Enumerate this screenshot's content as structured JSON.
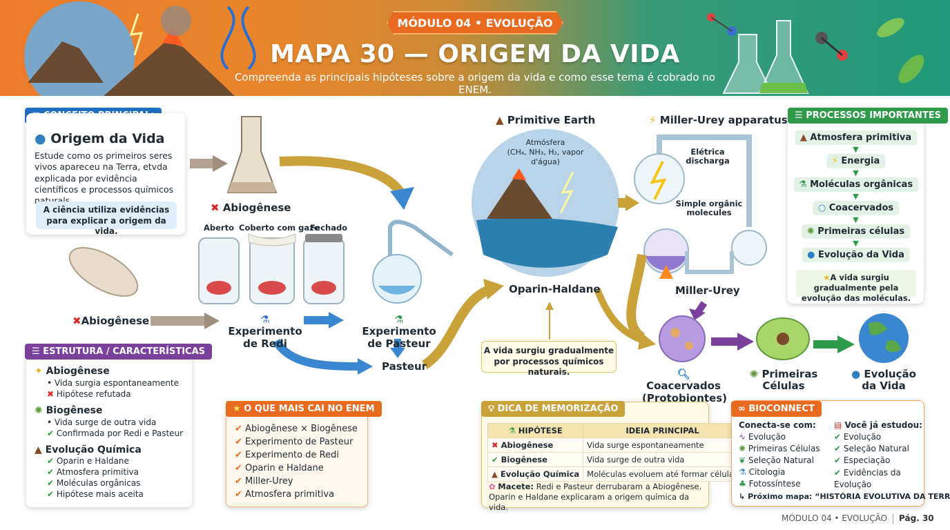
{
  "header": {
    "badge": "MÓDULO 04 • EVOLUÇÃO",
    "title": "MAPA 30 — ORIGEM DA VIDA",
    "subtitle": "Compreenda as principais hipóteses sobre a origem da vida e como esse tema é cobrado no ENEM."
  },
  "concept": {
    "tag": "CONCEITO PRINCIPAL:",
    "title": "Origem da Vida",
    "text": "Estude como os primeiros seres vivos apareceu na Terra, etvda explicada por evidência científicos e processos químicos naturals.",
    "note": "A ciência utiliza evidências para explicar a origem da vida."
  },
  "flow": {
    "abiogenese_top": "Abiogênese",
    "abiogenese_left": "Abiogênese",
    "jar_open": "Aberto",
    "jar_gauze": "Coberto com gaze",
    "jar_closed": "Fechado",
    "redi": "Experimento de Redi",
    "pasteur_exp": "Experimento de Pasteur",
    "pasteur": "Pasteur",
    "primitive_earth": "Primitive Earth",
    "atmosphere": "Atmósfera",
    "atmosphere_formula": "(CH₄, NH₃, H₂, vapor d'água)",
    "oparin": "Oparin-Haldane",
    "oparin_note": "A vida surgiu gradualmente por processos químicos naturais.",
    "miller_title": "Miller-Urey apparatus",
    "electric": "Elétrica discharga",
    "simple_molecules": "Simple orgânic molecules",
    "miller": "Miller-Urey",
    "coacervados": "Coacervados (Protobiontes)",
    "primeiras": "Primeiras Células",
    "evolucao": "Evolução da Vida"
  },
  "structure": {
    "tag": "ESTRUTURA / CARACTERÍSTICAS",
    "groups": [
      {
        "title": "Abiogênese",
        "items": [
          "• Vida surgia espontaneamente",
          "Hipótese refutada"
        ]
      },
      {
        "title": "Biogênese",
        "items": [
          "• Vida surge de outra vida",
          "Confirmada por Redi e Pasteur"
        ]
      },
      {
        "title": "Evolução Química",
        "items": [
          "Oparin e Haldane",
          "Atmosfera primitiva",
          "Moléculas orgânicas",
          "Hipótese mais aceita"
        ]
      }
    ]
  },
  "enem": {
    "tag": "O QUE MAIS CAI NO ENEM",
    "items": [
      "Abiogênese × Biogênese",
      "Experimento de Pasteur",
      "Experimento de Redi",
      "Oparin e Haldane",
      "Miller-Urey",
      "Atmosfera primitiva"
    ]
  },
  "memo": {
    "tag": "DICA DE MEMORIZAÇÃO",
    "col1": "HIPÓTESE",
    "col2": "IDEIA PRINCIPAL",
    "rows": [
      {
        "h": "Abiogênese",
        "i": "Vida surge espontaneamente"
      },
      {
        "h": "Biogênese",
        "i": "Vida surge de outra vida"
      },
      {
        "h": "Evolução Química",
        "i": "Moléculas evoluem até formar células"
      }
    ],
    "tip_label": "Macete:",
    "tip": "Redi e Pasteur derrubaram a Abiogênese. Oparin e Haldane explicaram a origem química da vida."
  },
  "processes": {
    "tag": "PROCESSOS IMPORTANTES",
    "items": [
      "Atmosfera primitiva",
      "Energia",
      "Moléculas orgânicas",
      "Coacervados",
      "Primeiras células",
      "Evolução da Vida"
    ],
    "note": "A vida surgiu gradualmente pela evolução das moléculas."
  },
  "bio": {
    "tag": "BIOCONNECT",
    "left_title": "Conecta-se com:",
    "left": [
      "Evolução",
      "Primeiras Células",
      "Seleção Natural",
      "Citologia",
      "Fotossíntese"
    ],
    "right_title": "Você já estudou:",
    "right": [
      "Evolução",
      "Seleção Natural",
      "Especiação",
      "Evidências da Evolução"
    ],
    "next": "Próximo mapa: “HISTÓRIA EVOLUTIVA DA TERRA”"
  },
  "footer": {
    "module": "MÓDULO 04 • EVOLUÇÃO",
    "page": "Pág. 30"
  },
  "colors": {
    "orange": "#ec7a2a",
    "teal": "#1f9a7a",
    "blue": "#1f6fc4",
    "purple": "#7b3f9c",
    "green": "#2f9a4a",
    "gold": "#c9a23a"
  }
}
